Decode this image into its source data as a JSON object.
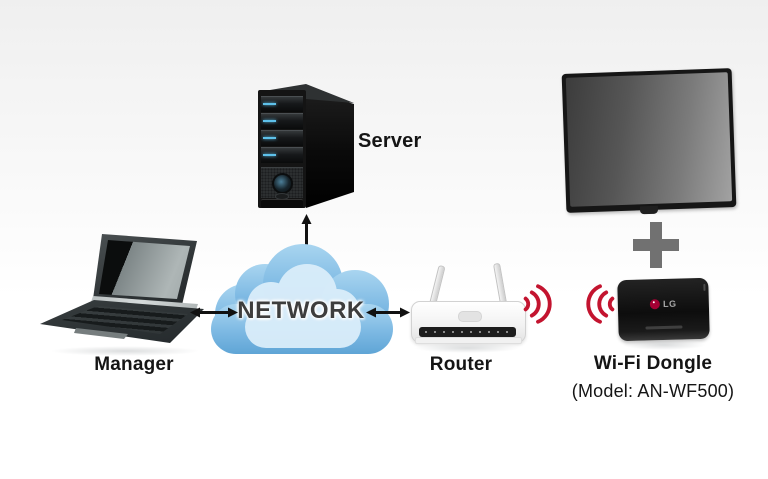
{
  "labels": {
    "server": "Server",
    "manager": "Manager",
    "router": "Router",
    "network": "NETWORK",
    "wifi_dongle": "Wi-Fi Dongle",
    "wifi_dongle_model": "(Model: AN-WF500)",
    "plus_sign": "+",
    "lg_logo": "LG"
  },
  "icons": {
    "arrow_server_network": "double-headed-arrow-vertical",
    "arrow_manager_network": "double-headed-arrow-horizontal",
    "arrow_network_router": "double-headed-arrow-horizontal",
    "wifi_waves_router": "wifi-signal-waves-right",
    "wifi_waves_dongle": "wifi-signal-waves-left"
  },
  "colors": {
    "wifi_wave_red": "#C3142F",
    "lg_logo_red": "#A50034",
    "cloud_blue": "#7DB9E3",
    "cloud_inner_light": "#D9EDFA",
    "network_text": "#3D3D3D",
    "label_text": "#151515",
    "plus_gray": "#717171",
    "arrow_black": "#111111",
    "background_top": "#EFEFEF"
  }
}
